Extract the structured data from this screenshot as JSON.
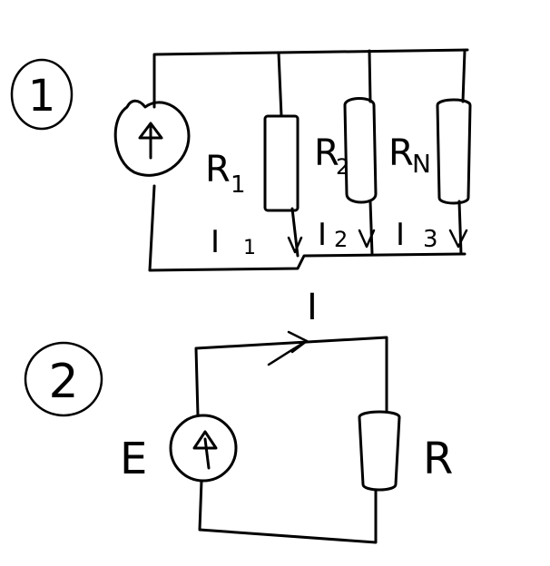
{
  "diagram_1": {
    "number": "1",
    "resistors": [
      {
        "label": "R",
        "sub": "1"
      },
      {
        "label": "R",
        "sub": "2"
      },
      {
        "label": "R",
        "sub": "N"
      }
    ],
    "currents": [
      {
        "label": "I",
        "sub": "1"
      },
      {
        "label": "I",
        "sub": "2"
      },
      {
        "label": "I",
        "sub": "3"
      }
    ]
  },
  "diagram_2": {
    "number": "2",
    "source_label": "E",
    "resistor_label": "R",
    "current_label": "I"
  },
  "colors": {
    "ink": "#000000",
    "paper": "#ffffff"
  }
}
